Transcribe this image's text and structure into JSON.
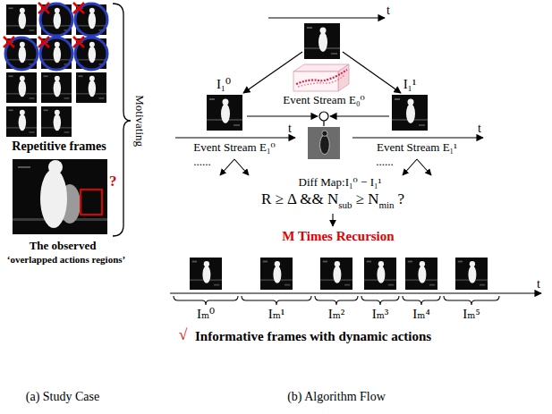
{
  "diagram": {
    "labels": [
      "Repetitive frames",
      "?",
      "The observed",
      "‘overlapped actions regions’",
      "(a) Study Case",
      "Motivating",
      "t",
      "Event Stream E₀⁰",
      "I₁⁰",
      "I₁¹",
      "t",
      "Event Stream E₁⁰",
      "Event Stream E₁¹",
      "t",
      "......",
      "......",
      "Diff Map:I₁⁰ − I₁¹",
      "R ≥ Δ && N",
      "sub",
      "≥ N",
      "min",
      "?",
      "M Times Recursion",
      "Iₘ⁰",
      "Iₘ¹",
      "Iₘ²",
      "Iₘ³",
      "Iₘ⁴",
      "Iₘ⁵",
      "t",
      "√",
      "Informative frames with dynamic actions",
      "(b) Algorithm Flow"
    ]
  }
}
